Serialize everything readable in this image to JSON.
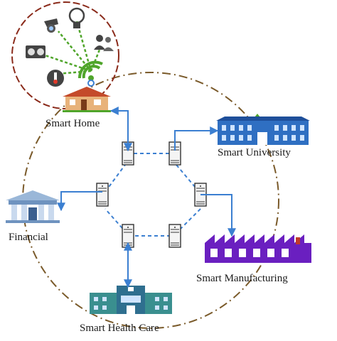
{
  "nodes": {
    "smart_home": "Smart Home",
    "smart_university": "Smart University",
    "financial": "Financial",
    "smart_manufacturing": "Smart Manufacturing",
    "smart_health_care": "Smart Health Care"
  },
  "colors": {
    "link_blue": "#3b7fd1",
    "dashed_blue": "#3b7fd1",
    "big_circle": "#7a5a2a",
    "home_circle": "#8a2a1a",
    "wifi_green": "#4fa52a",
    "factory_purple": "#6a1fc0",
    "building_blue": "#2f6fc2"
  },
  "icons": [
    "security-camera-icon",
    "light-bulb-icon",
    "user-group-icon",
    "washing-machine-icon",
    "thermometer-icon",
    "wifi-icon",
    "house-icon",
    "university-icon",
    "bank-icon",
    "factory-icon",
    "hospital-icon",
    "server-icon"
  ]
}
